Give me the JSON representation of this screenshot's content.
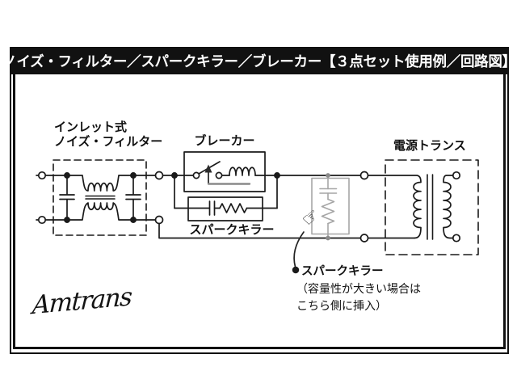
{
  "title_bar": {
    "title": "ノイズ・フィルター／スパークキラー／ブレーカー【３点セット使用例／回路図】"
  },
  "diagram": {
    "noise_filter_label_line1": "インレット式",
    "noise_filter_label_line2": "ノイズ・フィルター",
    "breaker_label": "ブレーカー",
    "spark_killer_label": "スパークキラー",
    "transformer_label": "電源トランス",
    "annotation": {
      "title": "スパークキラー",
      "line1": "（容量性が大きい場合は",
      "line2": "こちら側に挿入）"
    }
  },
  "logo": {
    "text": "Amtrans"
  },
  "icons": {
    "hand": "pointing-hand-icon"
  },
  "colors": {
    "frame": "#111111",
    "title_bg": "#111111",
    "title_text": "#ffffff",
    "wire": "#1a1a1a",
    "optional_component_gray": "#a6a6a6"
  }
}
